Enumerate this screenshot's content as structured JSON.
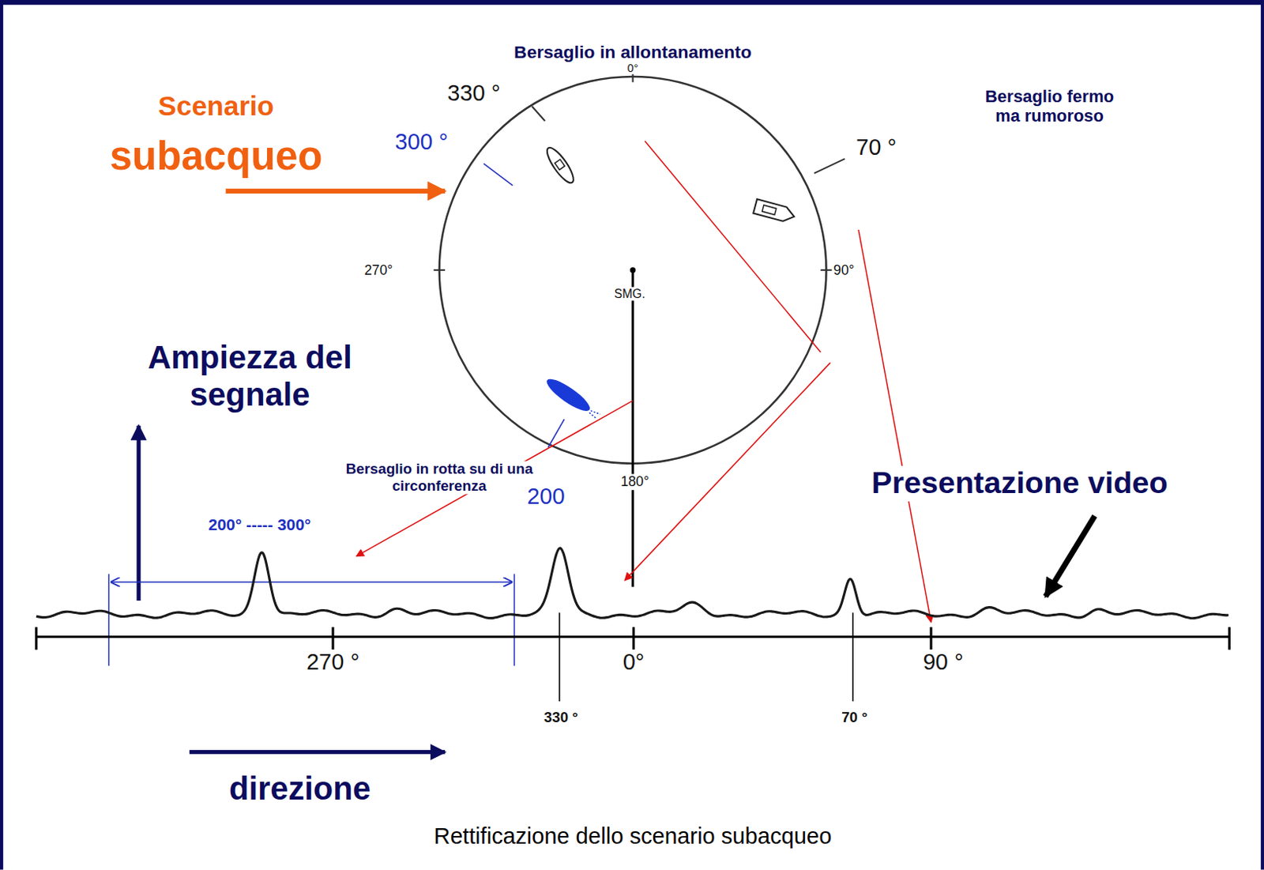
{
  "diagram": {
    "caption": "Rettificazione dello scenario subacqueo",
    "labels": [
      "Bersaglio in allontanamento",
      "330 °",
      "0°",
      "Scenario",
      "subacqueo",
      "Bersaglio fermo ma rumoroso",
      "300 °",
      "70 °",
      "270°",
      "SMG.",
      "90°",
      "Ampiezza del segnale",
      "180°",
      "Bersaglio in rotta su di una circonferenza",
      "200",
      "Presentazione video",
      "200° ----- 300°",
      "270 °",
      "0°",
      "90 °",
      "330 °",
      "70 °",
      "direzione"
    ]
  }
}
